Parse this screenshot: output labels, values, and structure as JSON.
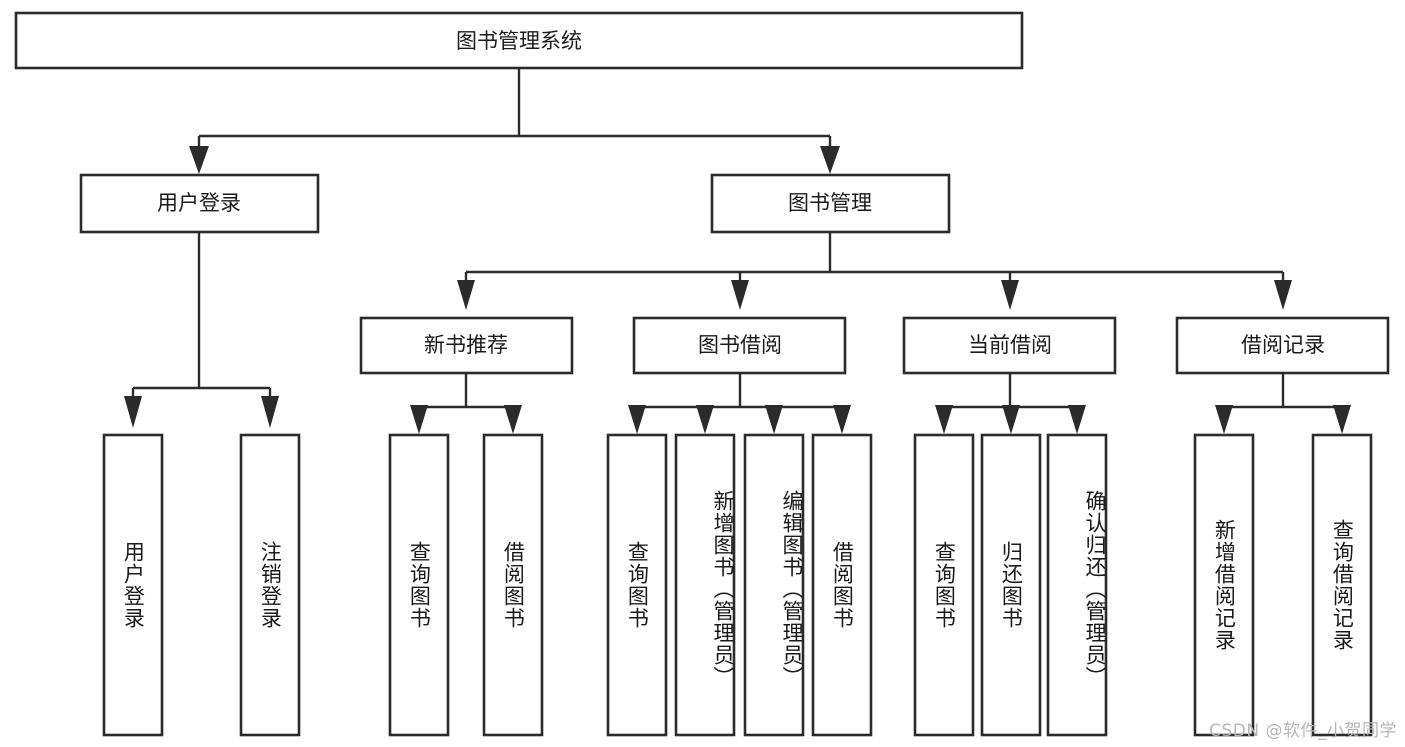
{
  "diagram": {
    "title": "图书管理系统",
    "type": "tree-hierarchy",
    "watermark": "CSDN @软件_小贺同学",
    "root": {
      "id": "root",
      "label": "图书管理系统",
      "orientation": "horizontal"
    },
    "level2": [
      {
        "id": "user-login",
        "label": "用户登录",
        "orientation": "horizontal"
      },
      {
        "id": "book-management",
        "label": "图书管理",
        "orientation": "horizontal"
      }
    ],
    "level3": [
      {
        "id": "new-book-recommend",
        "label": "新书推荐",
        "orientation": "horizontal"
      },
      {
        "id": "book-borrow",
        "label": "图书借阅",
        "orientation": "horizontal"
      },
      {
        "id": "current-borrow",
        "label": "当前借阅",
        "orientation": "horizontal"
      },
      {
        "id": "borrow-record",
        "label": "借阅记录",
        "orientation": "horizontal"
      }
    ],
    "leaves": {
      "user-login": [
        {
          "id": "leaf-user-login",
          "label": "用户登录",
          "orientation": "vertical"
        },
        {
          "id": "leaf-logout",
          "label": "注销登录",
          "orientation": "vertical"
        }
      ],
      "new-book-recommend": [
        {
          "id": "leaf-query-book-1",
          "label": "查询图书",
          "orientation": "vertical"
        },
        {
          "id": "leaf-borrow-book-1",
          "label": "借阅图书",
          "orientation": "vertical"
        }
      ],
      "book-borrow": [
        {
          "id": "leaf-query-book-2",
          "label": "查询图书",
          "orientation": "vertical"
        },
        {
          "id": "leaf-add-book",
          "label": "新增图书（管理员）",
          "orientation": "vertical"
        },
        {
          "id": "leaf-edit-book",
          "label": "编辑图书（管理员）",
          "orientation": "vertical"
        },
        {
          "id": "leaf-borrow-book-2",
          "label": "借阅图书",
          "orientation": "vertical"
        }
      ],
      "current-borrow": [
        {
          "id": "leaf-query-book-3",
          "label": "查询图书",
          "orientation": "vertical"
        },
        {
          "id": "leaf-return-book",
          "label": "归还图书",
          "orientation": "vertical"
        },
        {
          "id": "leaf-confirm-return",
          "label": "确认归还（管理员）",
          "orientation": "vertical"
        }
      ],
      "borrow-record": [
        {
          "id": "leaf-add-record",
          "label": "新增借阅记录",
          "orientation": "vertical"
        },
        {
          "id": "leaf-query-record",
          "label": "查询借阅记录",
          "orientation": "vertical"
        }
      ]
    },
    "colors": {
      "stroke": "#2b2b2b",
      "fill": "#ffffff",
      "text": "#1a1a1a",
      "watermark": "#b6b6b6"
    }
  }
}
